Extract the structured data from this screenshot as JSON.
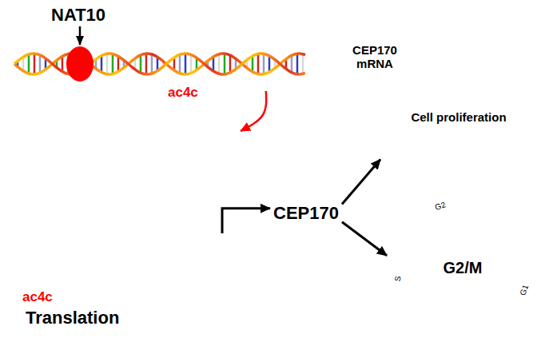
{
  "diagram": {
    "nodes": [
      {
        "text": [
          "CEP170 mRNA"
        ]
      },
      {
        "text": [
          "Translation"
        ]
      },
      {
        "text": [
          "CEP170"
        ]
      },
      {
        "text": [
          "Cell proliferation"
        ]
      },
      {
        "text": [
          "G2/M",
          "G2",
          "M",
          "S",
          "G1"
        ]
      }
    ],
    "edges": [
      {
        "from": 0,
        "to": 1,
        "arrow": "to"
      },
      {
        "from": 1,
        "to": 2,
        "arrow": "to"
      },
      {
        "from": 2,
        "to": 3,
        "arrow": "to"
      },
      {
        "from": 2,
        "to": 4,
        "arrow": "to"
      }
    ],
    "labels": [
      "NAT10",
      "ac4c",
      "ac4c"
    ]
  }
}
